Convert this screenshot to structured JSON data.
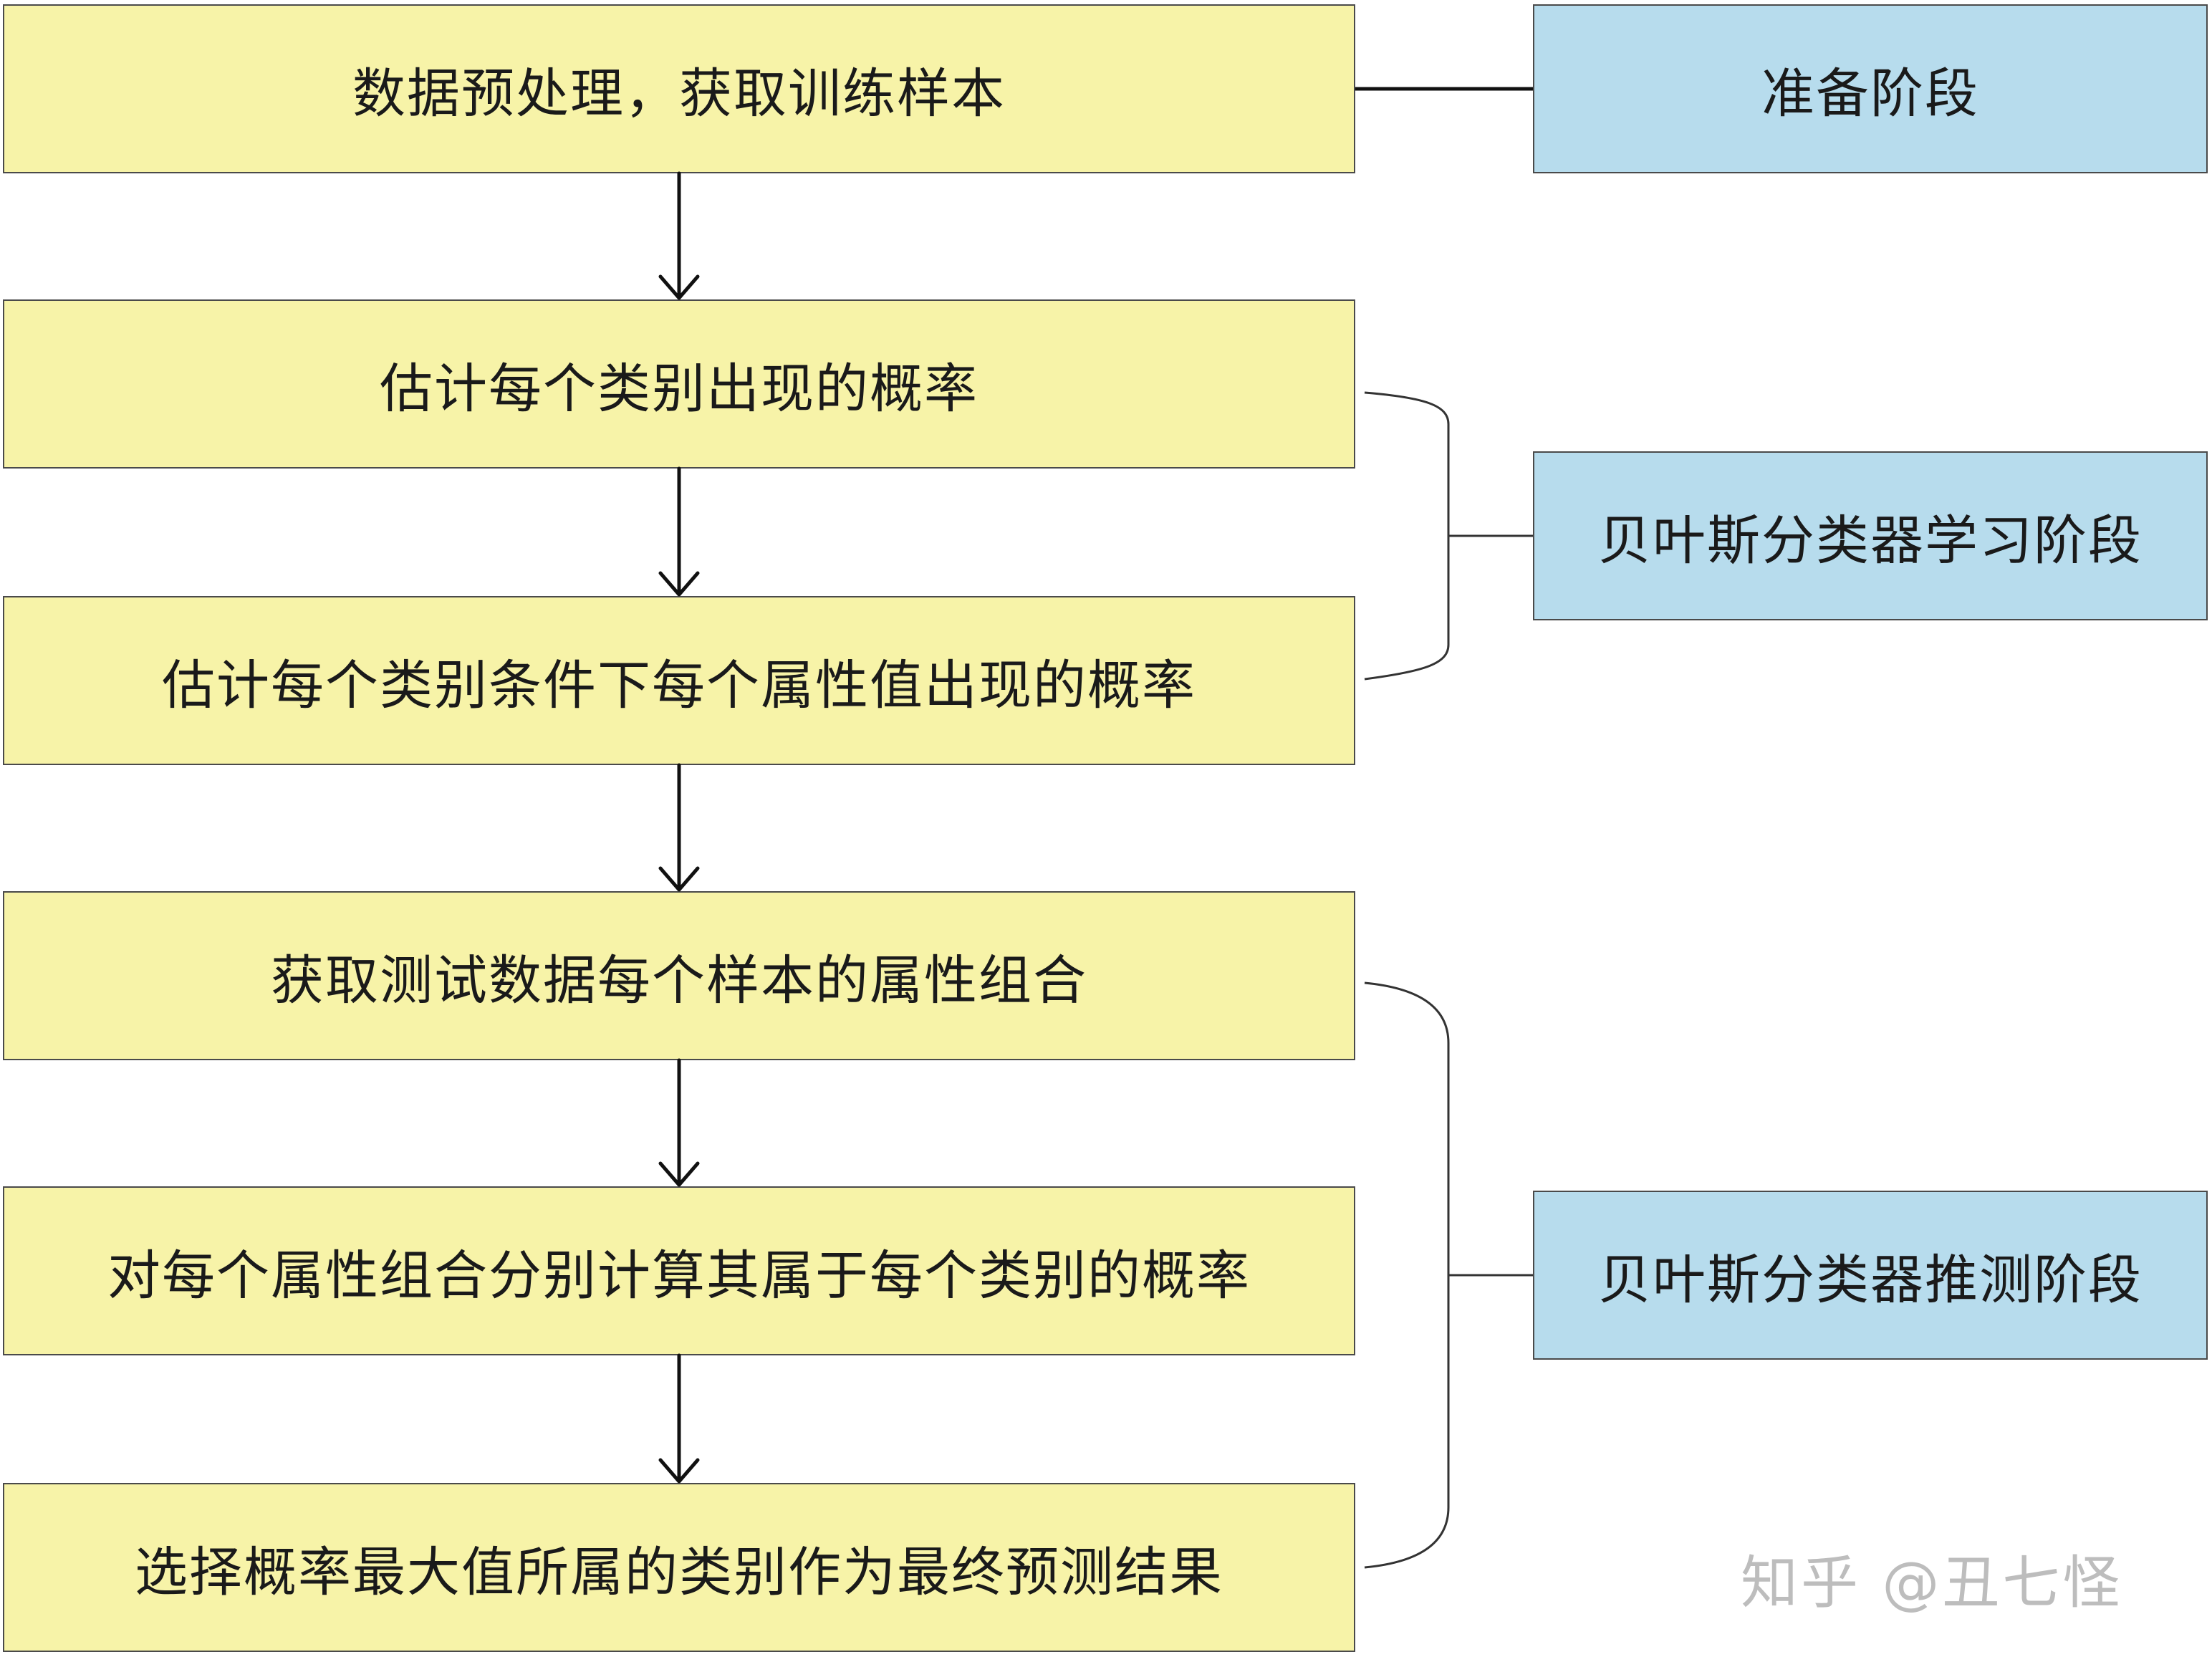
{
  "steps": [
    {
      "label": "数据预处理，获取训练样本"
    },
    {
      "label": "估计每个类别出现的概率"
    },
    {
      "label": "估计每个类别条件下每个属性值出现的概率"
    },
    {
      "label": "获取测试数据每个样本的属性组合"
    },
    {
      "label": "对每个属性组合分别计算其属于每个类别的概率"
    },
    {
      "label": "选择概率最大值所属的类别作为最终预测结果"
    }
  ],
  "phases": [
    {
      "label": "准备阶段"
    },
    {
      "label": "贝叶斯分类器学习阶段"
    },
    {
      "label": "贝叶斯分类器推测阶段"
    }
  ],
  "watermark": "知乎 @丑七怪",
  "colors": {
    "step_fill": "#f7f3a8",
    "phase_fill": "#b7dced",
    "line": "#111111"
  }
}
